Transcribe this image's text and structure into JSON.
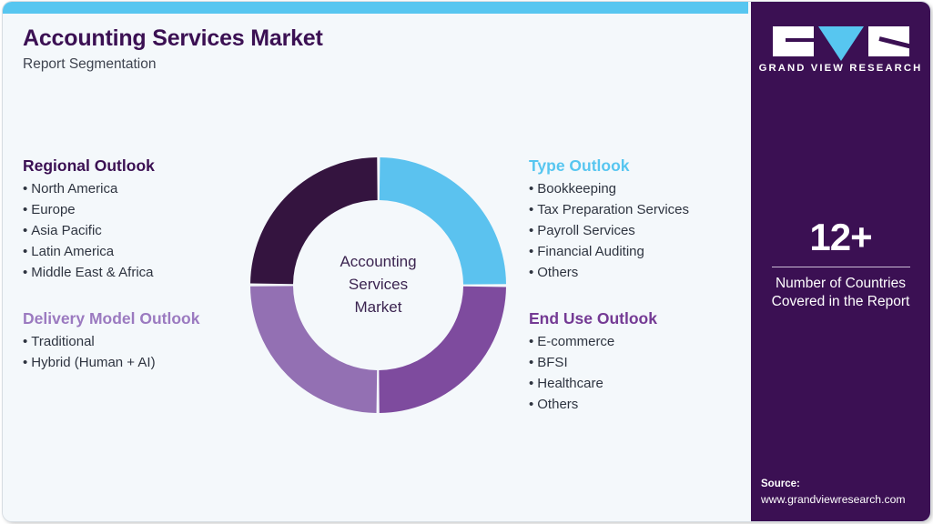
{
  "header": {
    "title": "Accounting Services Market",
    "subtitle": "Report Segmentation"
  },
  "colors": {
    "brand_purple": "#3b1053",
    "accent_blue": "#57c6f0",
    "mauve": "#9b7ac0",
    "purple": "#743a94",
    "card_bg": "#f4f8fb"
  },
  "segments": {
    "regional": {
      "heading": "Regional Outlook",
      "items": [
        "North America",
        "Europe",
        "Asia Pacific",
        "Latin America",
        "Middle East & Africa"
      ]
    },
    "delivery": {
      "heading": "Delivery Model Outlook",
      "items": [
        "Traditional",
        "Hybrid (Human + AI)"
      ]
    },
    "type": {
      "heading": "Type Outlook",
      "items": [
        "Bookkeeping",
        "Tax Preparation Services",
        "Payroll Services",
        "Financial Auditing",
        "Others"
      ]
    },
    "end_use": {
      "heading": "End Use Outlook",
      "items": [
        "E-commerce",
        "BFSI",
        "Healthcare",
        "Others"
      ]
    }
  },
  "donut": {
    "center_lines": [
      "Accounting",
      "Services",
      "Market"
    ]
  },
  "chart_data": {
    "type": "pie",
    "title": "Accounting Services Market",
    "categories": [
      "Type Outlook",
      "End Use Outlook",
      "Delivery Model Outlook",
      "Regional Outlook"
    ],
    "values": [
      25,
      25,
      25,
      25
    ],
    "colors": [
      "#5bc2ef",
      "#7e4b9e",
      "#9370b3",
      "#3b1053"
    ],
    "legend": "none",
    "grid": false,
    "note": "Decorative donut with four equal quadrants, one per segmentation category"
  },
  "sidebar": {
    "logo": {
      "wordmark": "GRAND VIEW RESEARCH"
    },
    "stat": {
      "value": "12+",
      "label": "Number of Countries Covered in the Report"
    },
    "source": {
      "label": "Source:",
      "url": "www.grandviewresearch.com"
    }
  }
}
